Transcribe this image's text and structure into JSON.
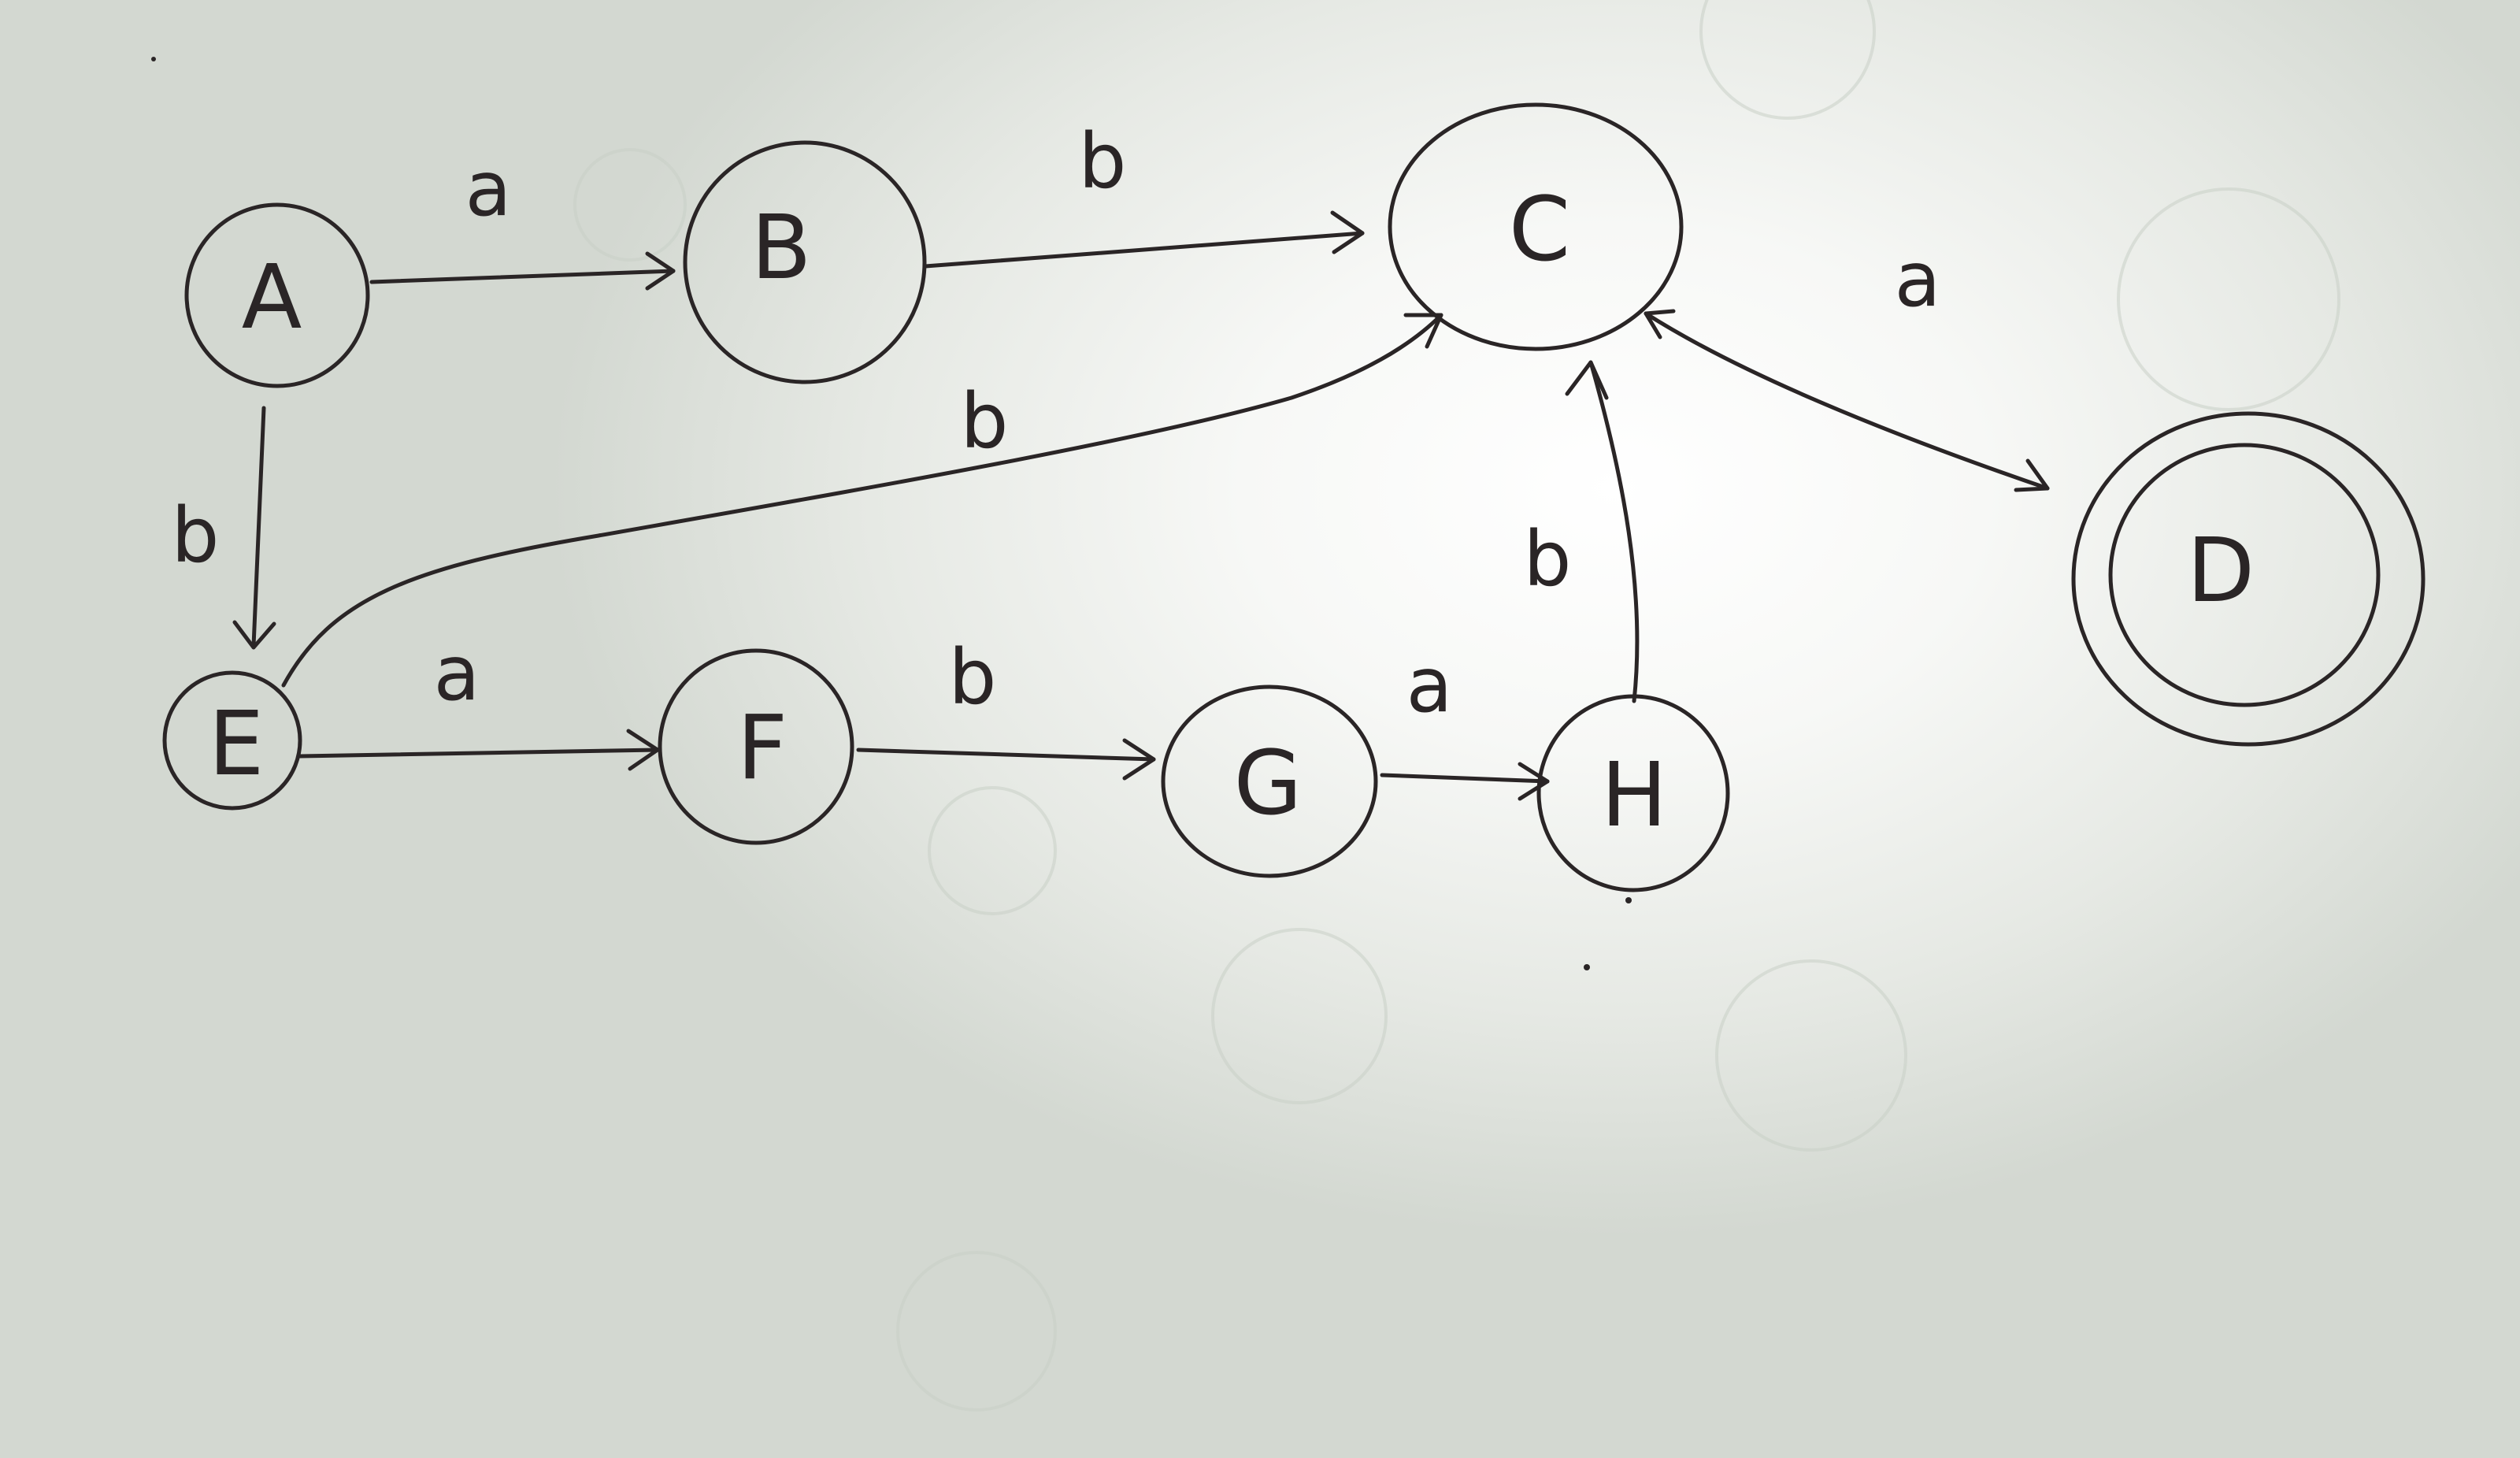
{
  "diagram": {
    "states": [
      {
        "id": "A",
        "label": "A",
        "accepting": false
      },
      {
        "id": "B",
        "label": "B",
        "accepting": false
      },
      {
        "id": "C",
        "label": "C",
        "accepting": false
      },
      {
        "id": "D",
        "label": "D",
        "accepting": true
      },
      {
        "id": "E",
        "label": "E",
        "accepting": false
      },
      {
        "id": "F",
        "label": "F",
        "accepting": false
      },
      {
        "id": "G",
        "label": "G",
        "accepting": false
      },
      {
        "id": "H",
        "label": "H",
        "accepting": false
      }
    ],
    "transitions": [
      {
        "from": "A",
        "to": "B",
        "symbol": "a"
      },
      {
        "from": "B",
        "to": "C",
        "symbol": "b"
      },
      {
        "from": "C",
        "to": "D",
        "symbol": "a"
      },
      {
        "from": "A",
        "to": "E",
        "symbol": "b"
      },
      {
        "from": "E",
        "to": "C",
        "symbol": "b"
      },
      {
        "from": "E",
        "to": "F",
        "symbol": "a"
      },
      {
        "from": "F",
        "to": "G",
        "symbol": "b"
      },
      {
        "from": "G",
        "to": "H",
        "symbol": "a"
      },
      {
        "from": "H",
        "to": "C",
        "symbol": "b"
      }
    ]
  },
  "colors": {
    "ink": "#2a2526",
    "paper": "#f7f8f6"
  }
}
